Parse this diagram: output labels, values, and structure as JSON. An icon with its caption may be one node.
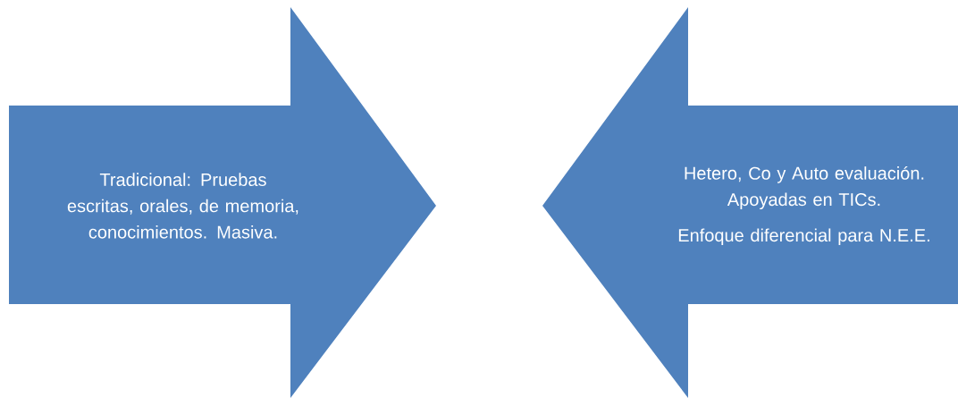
{
  "diagram": {
    "nodes": [
      {
        "text": [
          "Tradicional: Pruebas escritas, orales, de memoria, conocimientos. Masiva."
        ]
      },
      {
        "text": [
          "Hetero, Co y Auto evaluación. Apoyadas en TICs.",
          "Enfoque diferencial para N.E.E."
        ]
      }
    ]
  }
}
